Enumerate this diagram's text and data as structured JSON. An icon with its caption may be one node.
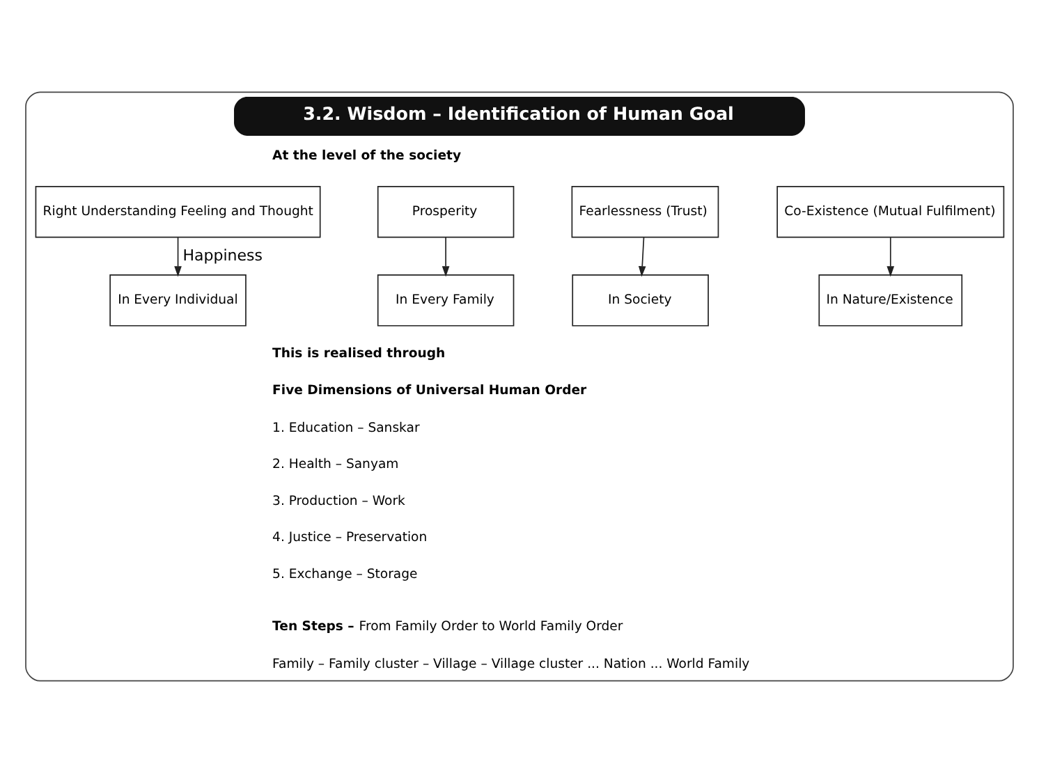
{
  "diagram": {
    "nodes": [
      {
        "text": [
          "3.2. Wisdom – Identification of Human Goal"
        ]
      },
      {
        "text": [
          "Right Understanding Feeling and Thought"
        ],
        "in": 0
      },
      {
        "text": [
          "Prosperity"
        ],
        "in": 0
      },
      {
        "text": [
          "Fearlessness (Trust)"
        ],
        "in": 0
      },
      {
        "text": [
          "Co-Existence (Mutual Fulfilment)"
        ],
        "in": 0
      },
      {
        "text": [
          "In Every Individual"
        ],
        "in": 0
      },
      {
        "text": [
          "In Every Family"
        ],
        "in": 0
      },
      {
        "text": [
          "In Society"
        ],
        "in": 0
      },
      {
        "text": [
          "In Nature/Existence"
        ],
        "in": 0
      }
    ],
    "edges": [
      {
        "from": 1,
        "to": 5,
        "arrow": "to",
        "label": "Happiness"
      },
      {
        "from": 2,
        "to": 6,
        "arrow": "to"
      },
      {
        "from": 3,
        "to": 7,
        "arrow": "to"
      },
      {
        "from": 4,
        "to": 8,
        "arrow": "to"
      }
    ],
    "labels": [
      "At the level of the society",
      "This is realised through",
      "Five Dimensions of Universal Human Order",
      "1. Education – Sanskar",
      "2. Health – Sanyam",
      "3. Production – Work",
      "4. Justice – Preservation",
      "5. Exchange – Storage",
      "**Ten Steps –** From Family Order to World Family Order",
      "Family – Family cluster – Village – Village cluster ... Nation ... World Family"
    ]
  }
}
